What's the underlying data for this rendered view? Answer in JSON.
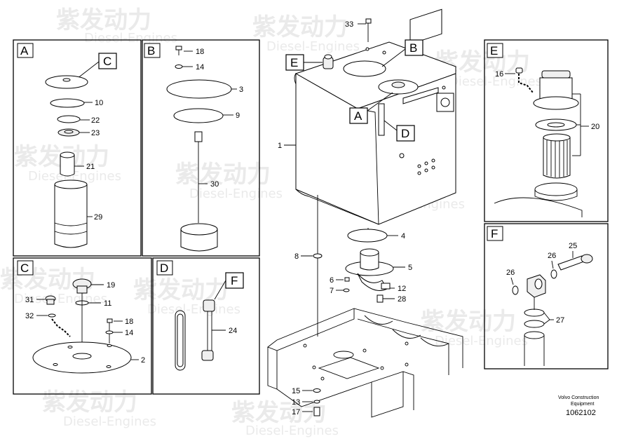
{
  "watermark": {
    "brand_cn": "紫发动力",
    "brand_en": "Diesel-Engines"
  },
  "panels": {
    "A": {
      "title": "A",
      "callout": "C",
      "labels": [
        "10",
        "22",
        "23",
        "21",
        "29"
      ]
    },
    "B": {
      "title": "B",
      "labels": [
        "18",
        "14",
        "3",
        "9",
        "30"
      ]
    },
    "C": {
      "title": "C",
      "labels": [
        "19",
        "31",
        "11",
        "32",
        "18",
        "14",
        "2"
      ]
    },
    "D": {
      "title": "D",
      "callout": "F",
      "labels": [
        "24"
      ]
    },
    "E": {
      "title": "E",
      "labels": [
        "16",
        "20"
      ]
    },
    "F": {
      "title": "F",
      "labels": [
        "26",
        "25",
        "26",
        "27"
      ]
    }
  },
  "main": {
    "callouts": [
      "E",
      "B",
      "A",
      "D"
    ],
    "labels": [
      "33",
      "1",
      "4",
      "5",
      "8",
      "6",
      "7",
      "12",
      "28",
      "15",
      "13",
      "17"
    ]
  },
  "footer": {
    "line1": "Volvo Construction",
    "line2": "Equipment",
    "doc_number": "1062102"
  }
}
